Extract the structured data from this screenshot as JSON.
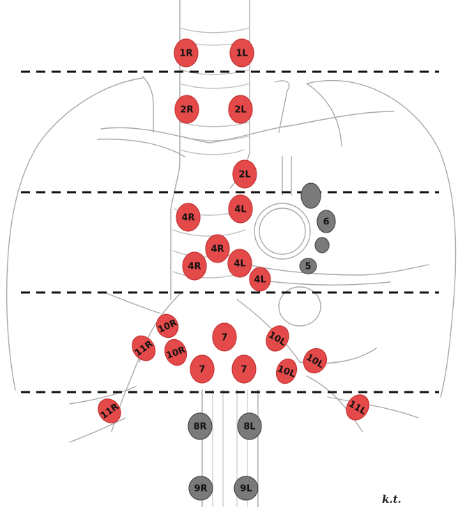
{
  "colors": {
    "red_node": "#e44a4a",
    "red_stroke": "#c53333",
    "gray_node": "#7a7a7a",
    "gray_stroke": "#4a4a4a",
    "sketch": "#a9a9a9",
    "dash": "#111111"
  },
  "nodes": [
    {
      "id": "1R",
      "label": "1R",
      "kind": "red"
    },
    {
      "id": "1L",
      "label": "1L",
      "kind": "red"
    },
    {
      "id": "2R",
      "label": "2R",
      "kind": "red"
    },
    {
      "id": "2L-upper",
      "label": "2L",
      "kind": "red"
    },
    {
      "id": "2L-lower",
      "label": "2L",
      "kind": "red"
    },
    {
      "id": "4R-a",
      "label": "4R",
      "kind": "red"
    },
    {
      "id": "4L-a",
      "label": "4L",
      "kind": "red"
    },
    {
      "id": "4R-b",
      "label": "4R",
      "kind": "red"
    },
    {
      "id": "4R-c",
      "label": "4R",
      "kind": "red"
    },
    {
      "id": "4L-b",
      "label": "4L",
      "kind": "red"
    },
    {
      "id": "4L-c",
      "label": "4L",
      "kind": "red"
    },
    {
      "id": "6",
      "label": "6",
      "kind": "gray"
    },
    {
      "id": "5",
      "label": "5",
      "kind": "gray"
    },
    {
      "id": "10R-a",
      "label": "10R",
      "kind": "red"
    },
    {
      "id": "10R-b",
      "label": "10R",
      "kind": "red"
    },
    {
      "id": "11R-a",
      "label": "11R",
      "kind": "red"
    },
    {
      "id": "7-a",
      "label": "7",
      "kind": "red"
    },
    {
      "id": "7-b",
      "label": "7",
      "kind": "red"
    },
    {
      "id": "7-c",
      "label": "7",
      "kind": "red"
    },
    {
      "id": "10L-a",
      "label": "10L",
      "kind": "red"
    },
    {
      "id": "10L-b",
      "label": "10L",
      "kind": "red"
    },
    {
      "id": "10L-c",
      "label": "10L",
      "kind": "red"
    },
    {
      "id": "11R-b",
      "label": "11R",
      "kind": "red"
    },
    {
      "id": "11L",
      "label": "11L",
      "kind": "red"
    },
    {
      "id": "8R",
      "label": "8R",
      "kind": "gray"
    },
    {
      "id": "8L",
      "label": "8L",
      "kind": "gray"
    },
    {
      "id": "9R",
      "label": "9R",
      "kind": "gray"
    },
    {
      "id": "9L",
      "label": "9L",
      "kind": "gray"
    }
  ],
  "unlabeled_nodes": [
    {
      "id": "gray-top",
      "kind": "gray"
    },
    {
      "id": "gray-mid",
      "kind": "gray"
    }
  ],
  "signature": "k.t."
}
